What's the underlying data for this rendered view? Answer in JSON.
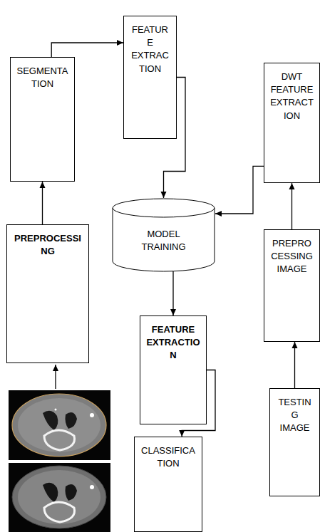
{
  "diagram": {
    "nodes": [
      {
        "text": [
          "SEGMENTATION"
        ]
      },
      {
        "text": [
          "FEATURE EXTRACTION"
        ]
      },
      {
        "text": [
          "DWT FEATURE EXTRACTION"
        ]
      },
      {
        "text": [
          "MODEL TRAINING"
        ]
      },
      {
        "text": [
          "PREPROCESSING"
        ]
      },
      {
        "text": [
          "PREPROCESSING IMAGE"
        ]
      },
      {
        "text": [
          "FEATURE EXTRACTION"
        ]
      },
      {
        "text": [
          "CLASSIFICATION"
        ]
      },
      {
        "text": [
          "TESTING IMAGE"
        ]
      }
    ],
    "edges": [
      {
        "from": 4,
        "to": 0,
        "arrow": "to"
      },
      {
        "from": 0,
        "to": 1,
        "arrow": "to"
      },
      {
        "from": 1,
        "to": 3,
        "arrow": "to"
      },
      {
        "from": 2,
        "to": 3,
        "arrow": "to"
      },
      {
        "from": 3,
        "to": 6,
        "arrow": "to"
      },
      {
        "from": 6,
        "to": 7,
        "arrow": "to"
      },
      {
        "from": 8,
        "to": 5,
        "arrow": "to"
      },
      {
        "from": 5,
        "to": 2,
        "arrow": "to"
      }
    ]
  }
}
